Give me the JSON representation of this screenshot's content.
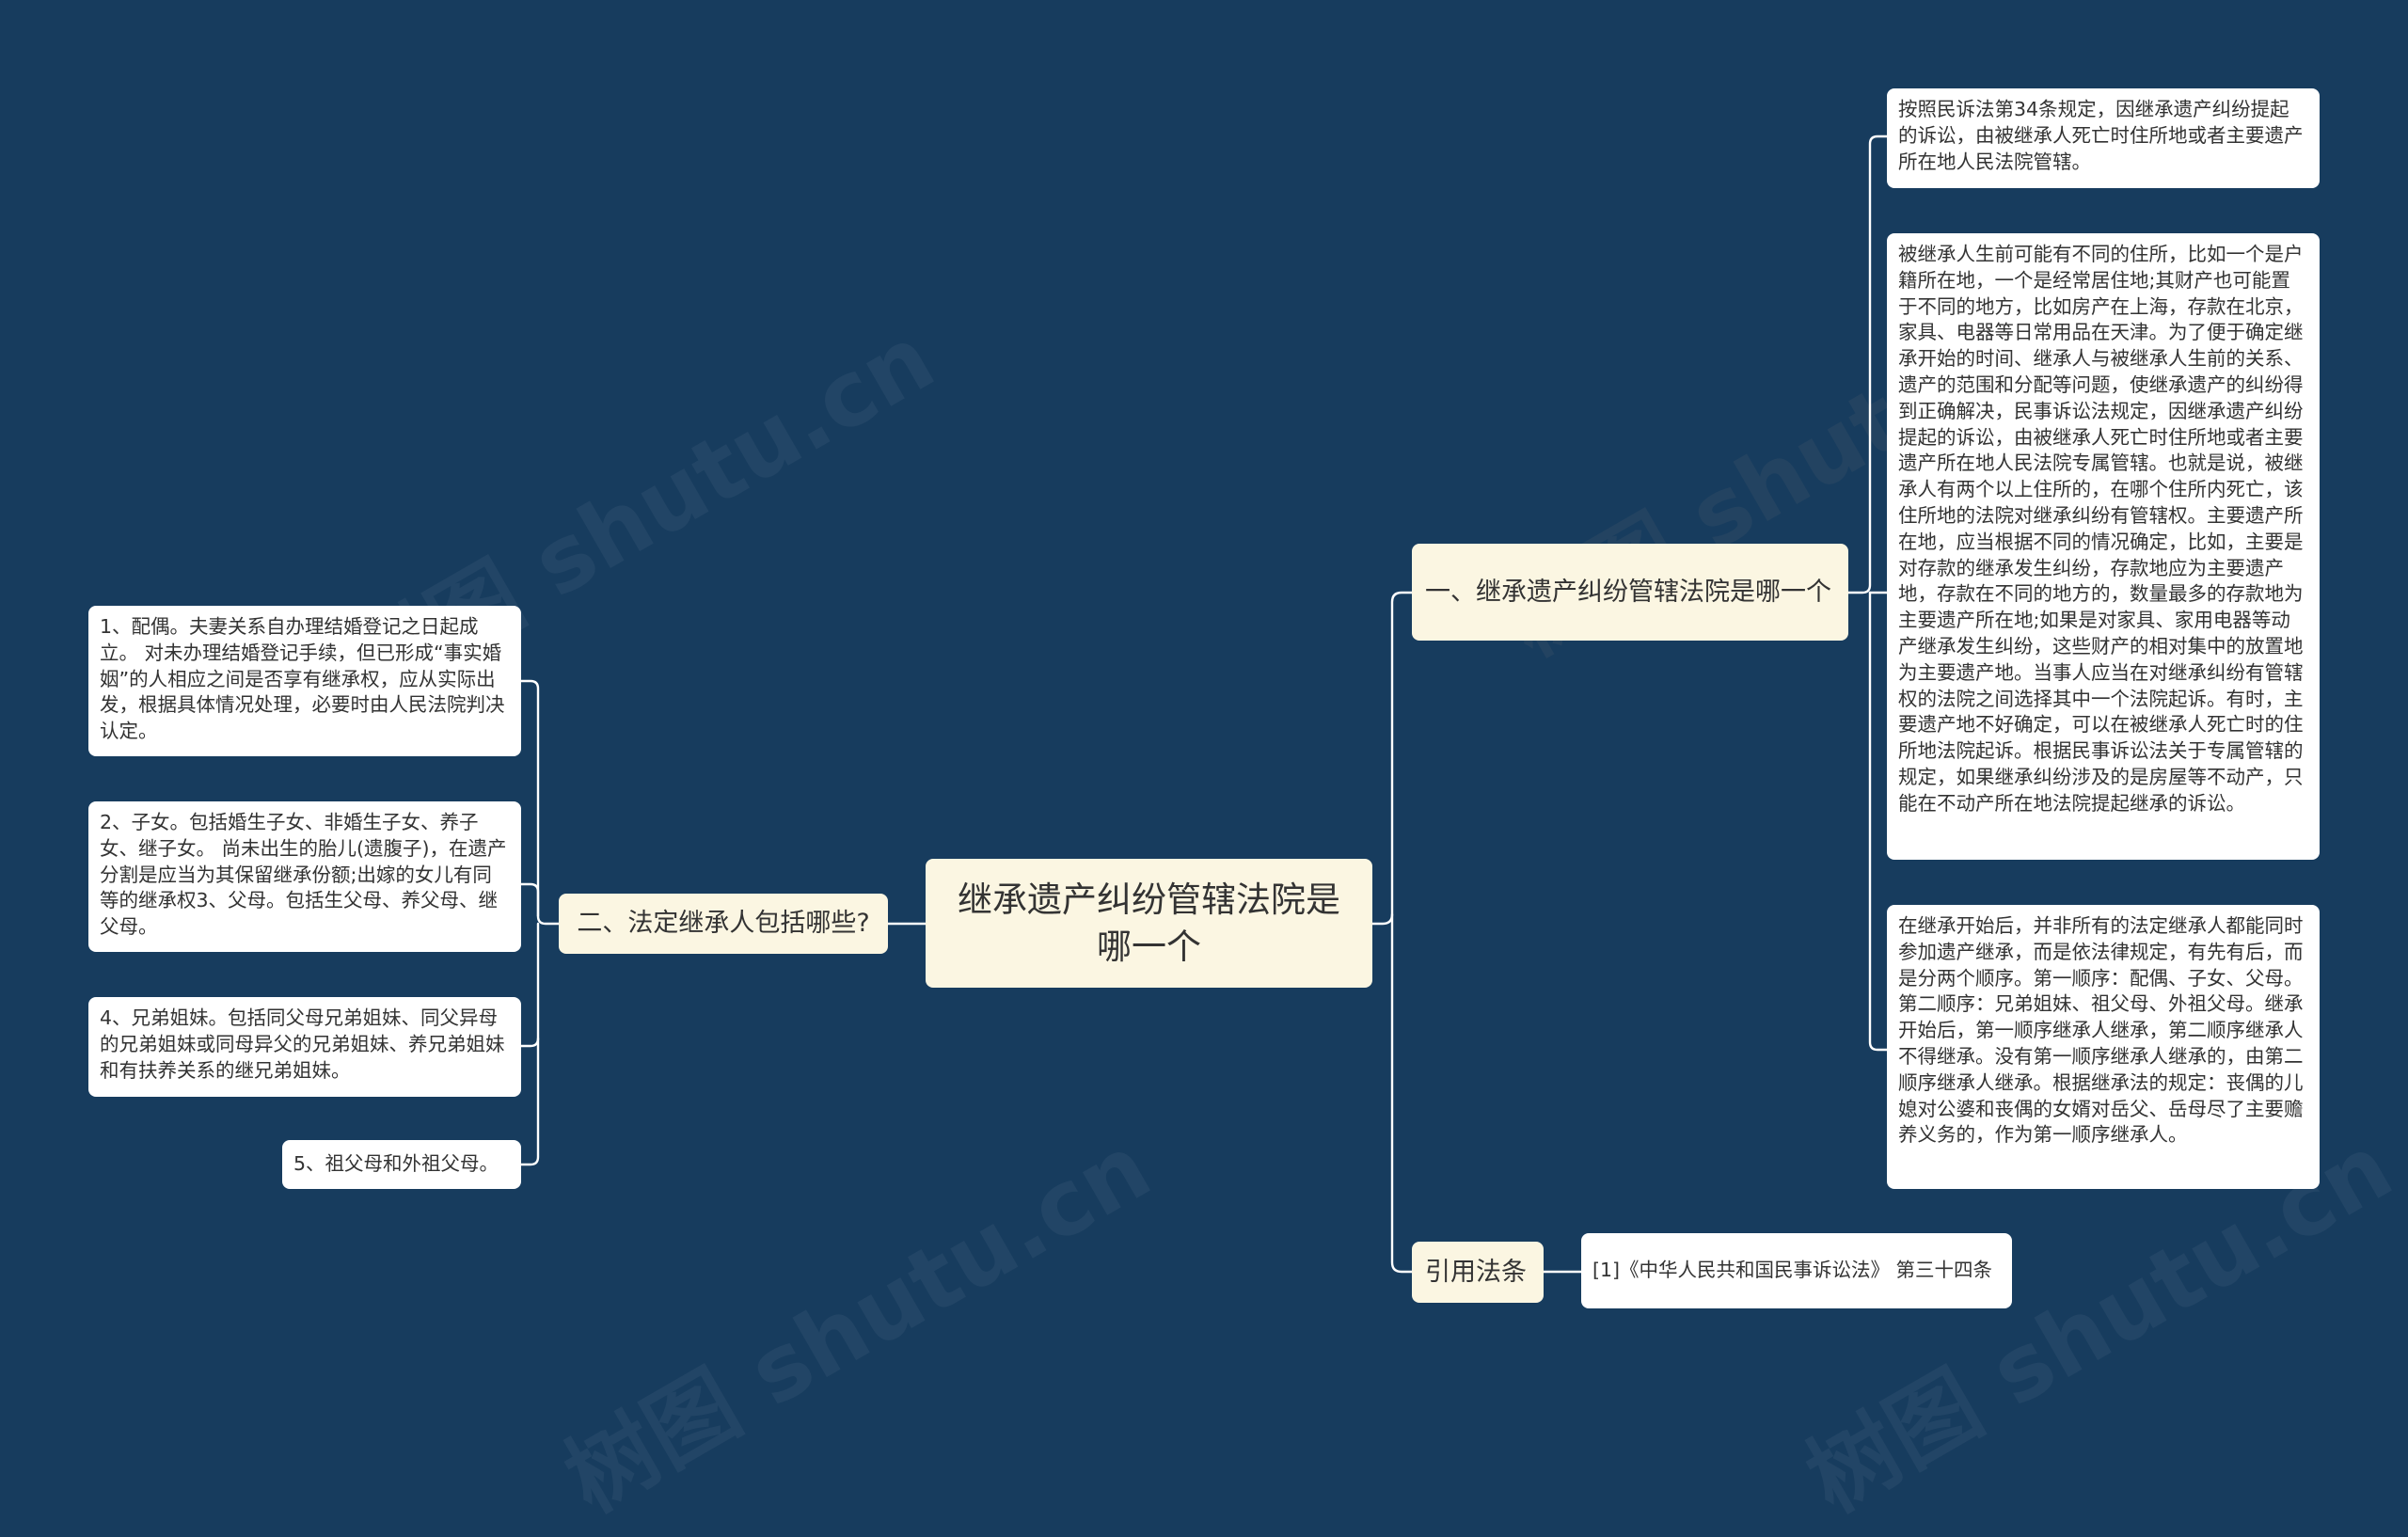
{
  "mindmap": {
    "root": {
      "label": "继承遗产纠纷管辖法院是哪一个"
    },
    "branch_court": {
      "label": "一、继承遗产纠纷管辖法院是哪一个",
      "leaves": [
        "按照民诉法第34条规定，因继承遗产纠纷提起的诉讼，由被继承人死亡时住所地或者主要遗产所在地人民法院管辖。",
        "被继承人生前可能有不同的住所，比如一个是户籍所在地，一个是经常居住地;其财产也可能置于不同的地方，比如房产在上海，存款在北京，家具、电器等日常用品在天津。为了便于确定继承开始的时间、继承人与被继承人生前的关系、遗产的范围和分配等问题，使继承遗产的纠纷得到正确解决，民事诉讼法规定，因继承遗产纠纷提起的诉讼，由被继承人死亡时住所地或者主要遗产所在地人民法院专属管辖。也就是说，被继承人有两个以上住所的，在哪个住所内死亡，该住所地的法院对继承纠纷有管辖权。主要遗产所在地，应当根据不同的情况确定，比如，主要是对存款的继承发生纠纷，存款地应为主要遗产地，存款在不同的地方的，数量最多的存款地为主要遗产所在地;如果是对家具、家用电器等动产继承发生纠纷，这些财产的相对集中的放置地为主要遗产地。当事人应当在对继承纠纷有管辖权的法院之间选择其中一个法院起诉。有时，主要遗产地不好确定，可以在被继承人死亡时的住所地法院起诉。根据民事诉讼法关于专属管辖的规定，如果继承纠纷涉及的是房屋等不动产，只能在不动产所在地法院提起继承的诉讼。",
        "在继承开始后，并非所有的法定继承人都能同时参加遗产继承，而是依法律规定，有先有后，而是分两个顺序。第一顺序：配偶、子女、父母。第二顺序：兄弟姐妹、祖父母、外祖父母。继承开始后，第一顺序继承人继承，第二顺序继承人不得继承。没有第一顺序继承人继承的，由第二顺序继承人继承。根据继承法的规定：丧偶的儿媳对公婆和丧偶的女婿对岳父、岳母尽了主要赡养义务的，作为第一顺序继承人。"
      ]
    },
    "branch_citation": {
      "label": "引用法条",
      "leaves": [
        "[1]《中华人民共和国民事诉讼法》 第三十四条"
      ]
    },
    "branch_heirs": {
      "label": "二、法定继承人包括哪些?",
      "leaves": [
        "1、配偶。夫妻关系自办理结婚登记之日起成立。 对未办理结婚登记手续，但已形成“事实婚姻”的人相应之间是否享有继承权，应从实际出发，根据具体情况处理，必要时由人民法院判决认定。",
        "2、子女。包括婚生子女、非婚生子女、养子女、继子女。 尚未出生的胎儿(遗腹子)，在遗产分割是应当为其保留继承份额;出嫁的女儿有同等的继承权3、父母。包括生父母、养父母、继父母。",
        "4、兄弟姐妹。包括同父母兄弟姐妹、同父异母的兄弟姐妹或同母异父的兄弟姐妹、养兄弟姐妹和有扶养关系的继兄弟姐妹。",
        "5、祖父母和外祖父母。"
      ]
    }
  },
  "colors": {
    "background": "#173c5e",
    "topic_fill": "#fbf6e2",
    "leaf_fill": "#ffffff",
    "connector": "#ffffff",
    "text": "#333333"
  }
}
